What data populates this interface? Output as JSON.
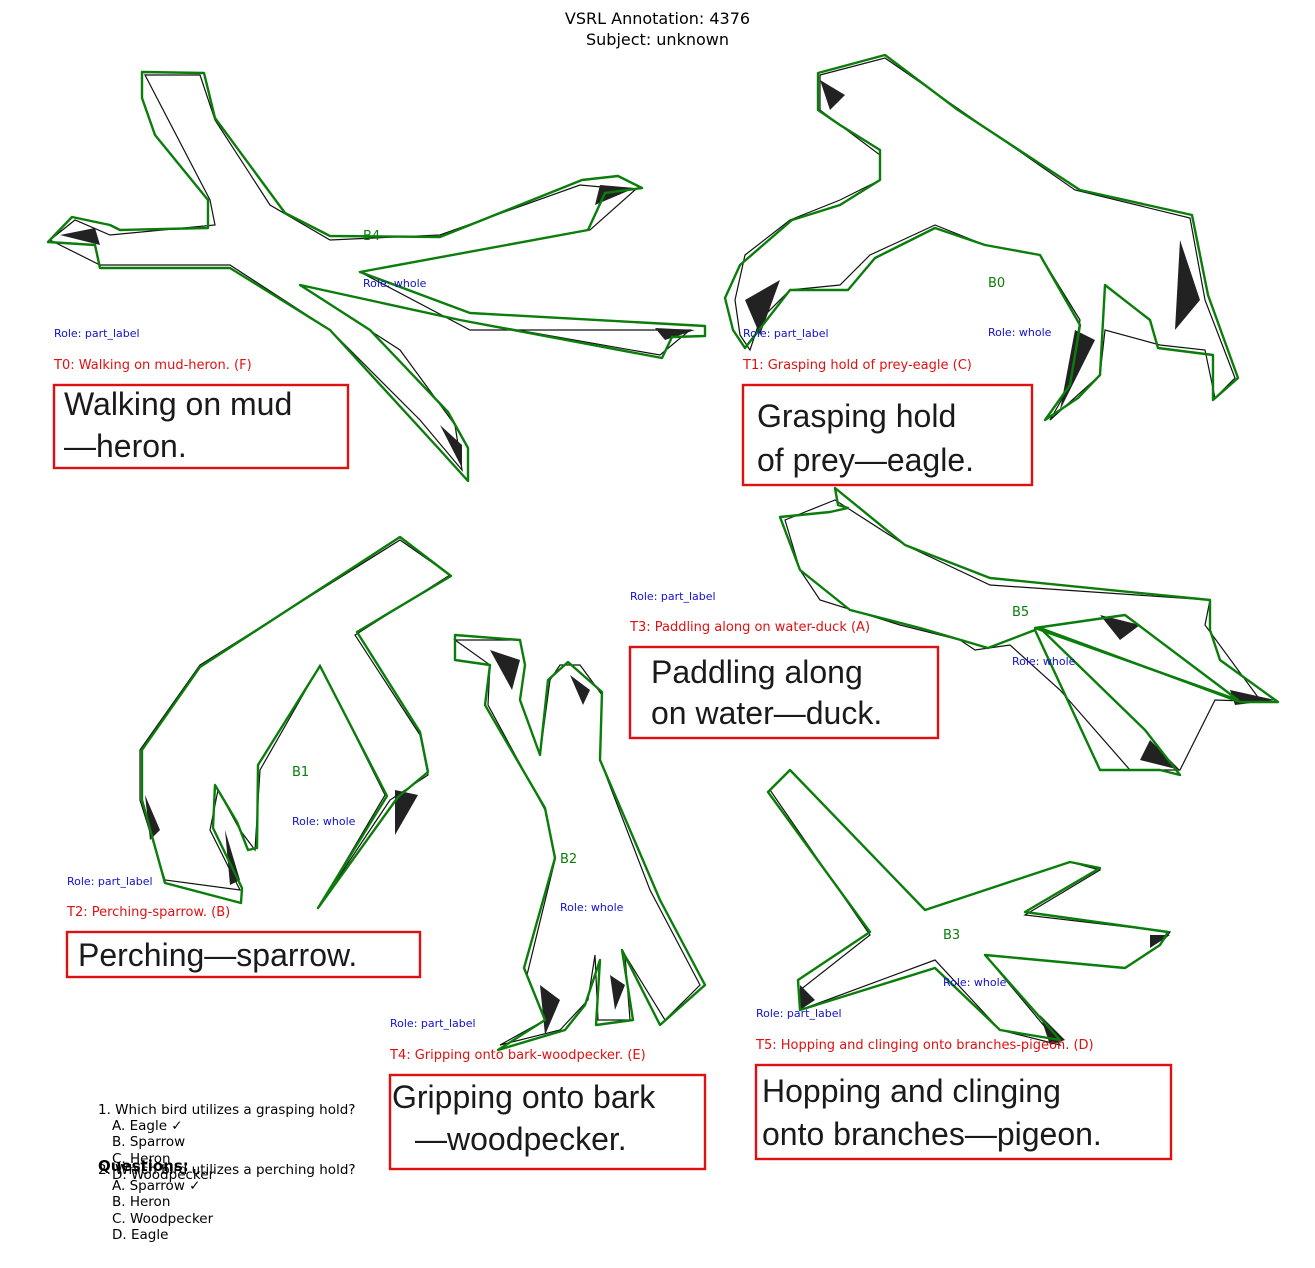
{
  "title": {
    "line1": "VSRL Annotation: 4376",
    "line2": "Subject: unknown"
  },
  "colors": {
    "polygon": "#0a7d0a",
    "caption": "#e01010",
    "role": "#1010cc"
  },
  "text_boxes": [
    {
      "id": "T0",
      "caption": "T0: Walking on mud-heron. (F)",
      "role": "Role: part_label",
      "lines": [
        "Walking on mud",
        "—heron."
      ]
    },
    {
      "id": "T1",
      "caption": "T1: Grasping hold of prey-eagle (C)",
      "role": "Role: part_label",
      "lines": [
        "Grasping hold",
        "of prey—eagle."
      ]
    },
    {
      "id": "T2",
      "caption": "T2: Perching-sparrow. (B)",
      "role": "Role: part_label",
      "lines": [
        "Perching—sparrow."
      ]
    },
    {
      "id": "T3",
      "caption": "T3: Paddling along on water-duck (A)",
      "role": "Role: part_label",
      "lines": [
        "Paddling along",
        "on water—duck."
      ]
    },
    {
      "id": "T4",
      "caption": "T4: Gripping onto bark-woodpecker. (E)",
      "role": "Role: part_label",
      "lines": [
        "Gripping onto bark",
        "—woodpecker."
      ]
    },
    {
      "id": "T5",
      "caption": "T5: Hopping and clinging onto branches-pigeon. (D)",
      "role": "Role: part_label",
      "lines": [
        "Hopping and clinging",
        "onto branches—pigeon."
      ]
    }
  ],
  "foot_regions": [
    {
      "id": "B0",
      "role": "Role: whole"
    },
    {
      "id": "B1",
      "role": "Role: whole"
    },
    {
      "id": "B2",
      "role": "Role: whole"
    },
    {
      "id": "B3",
      "role": "Role: whole"
    },
    {
      "id": "B4",
      "role": "Role: whole"
    },
    {
      "id": "B5",
      "role": "Role: whole"
    }
  ],
  "questions": {
    "heading": "Questions:",
    "q1": {
      "text": "1. Which bird utilizes a grasping hold?",
      "options": [
        "A. Eagle ✓",
        "B. Sparrow",
        "C. Heron",
        "D. Woodpecker"
      ]
    },
    "q2": {
      "text": "2. Which bird utilizes a perching hold?",
      "options": [
        "A. Sparrow ✓",
        "B. Heron",
        "C. Woodpecker",
        "D. Eagle"
      ]
    }
  }
}
